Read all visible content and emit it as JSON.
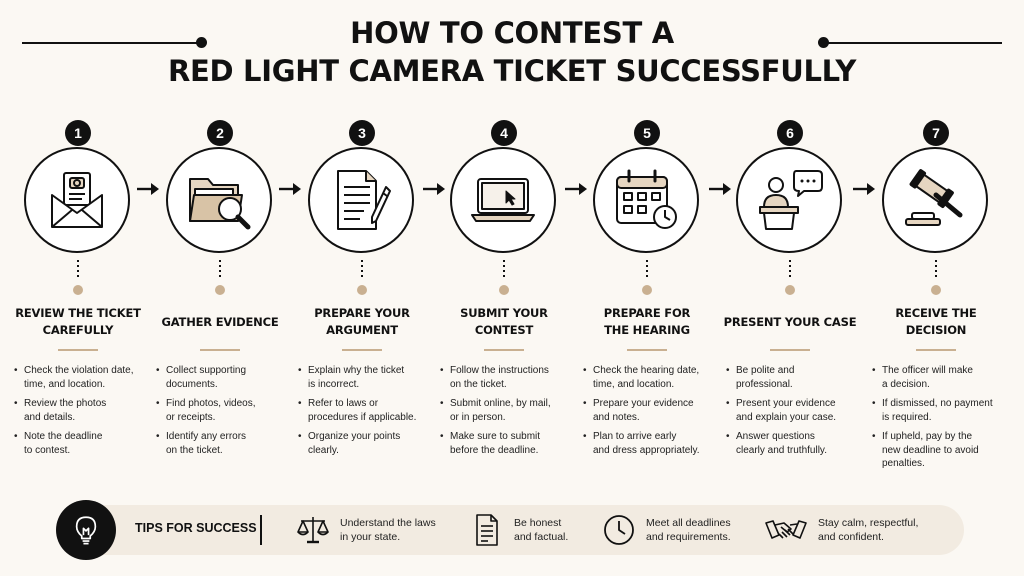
{
  "title": {
    "line1": "HOW TO CONTEST A",
    "line2": "RED LIGHT CAMERA TICKET SUCCESSFULLY"
  },
  "colors": {
    "ink": "#111111",
    "accent": "#c9b091",
    "band": "#f2ebe1",
    "background": "#fbf8f3"
  },
  "steps": [
    {
      "number": "1",
      "icon": "envelope-ticket-icon",
      "title": "REVIEW THE TICKET\nCAREFULLY",
      "bullets": [
        "Check the violation date,\ntime, and location.",
        "Review the photos\nand details.",
        "Note the deadline\nto contest."
      ]
    },
    {
      "number": "2",
      "icon": "folder-magnifier-icon",
      "title": "GATHER EVIDENCE",
      "bullets": [
        "Collect supporting\ndocuments.",
        "Find photos, videos,\nor receipts.",
        "Identify any errors\non the ticket."
      ]
    },
    {
      "number": "3",
      "icon": "document-pen-icon",
      "title": "PREPARE YOUR\nARGUMENT",
      "bullets": [
        "Explain why the ticket\nis incorrect.",
        "Refer to laws or\nprocedures if applicable.",
        "Organize your points\nclearly."
      ]
    },
    {
      "number": "4",
      "icon": "laptop-cursor-icon",
      "title": "SUBMIT YOUR\nCONTEST",
      "bullets": [
        "Follow the instructions\non the ticket.",
        "Submit online, by mail,\nor in person.",
        "Make sure to submit\nbefore the deadline."
      ]
    },
    {
      "number": "5",
      "icon": "calendar-clock-icon",
      "title": "PREPARE FOR\nTHE HEARING",
      "bullets": [
        "Check the hearing date,\ntime, and location.",
        "Prepare your evidence\nand notes.",
        "Plan to arrive early\nand dress appropriately."
      ]
    },
    {
      "number": "6",
      "icon": "speaker-podium-icon",
      "title": "PRESENT YOUR CASE",
      "bullets": [
        "Be polite and\nprofessional.",
        "Present your evidence\nand explain your case.",
        "Answer questions\nclearly and truthfully."
      ]
    },
    {
      "number": "7",
      "icon": "gavel-icon",
      "title": "RECEIVE THE\nDECISION",
      "bullets": [
        "The officer will make\na decision.",
        "If dismissed, no payment\nis required.",
        "If upheld, pay by the\nnew deadline to avoid\npenalties."
      ]
    }
  ],
  "tips": {
    "label": "TIPS FOR SUCCESS",
    "icon": "lightbulb-icon",
    "items": [
      {
        "icon": "scales-icon",
        "text": "Understand the laws\nin your state."
      },
      {
        "icon": "document-icon",
        "text": "Be honest\nand factual."
      },
      {
        "icon": "clock-icon",
        "text": "Meet all deadlines\nand requirements."
      },
      {
        "icon": "handshake-icon",
        "text": "Stay calm, respectful,\nand confident."
      }
    ]
  }
}
